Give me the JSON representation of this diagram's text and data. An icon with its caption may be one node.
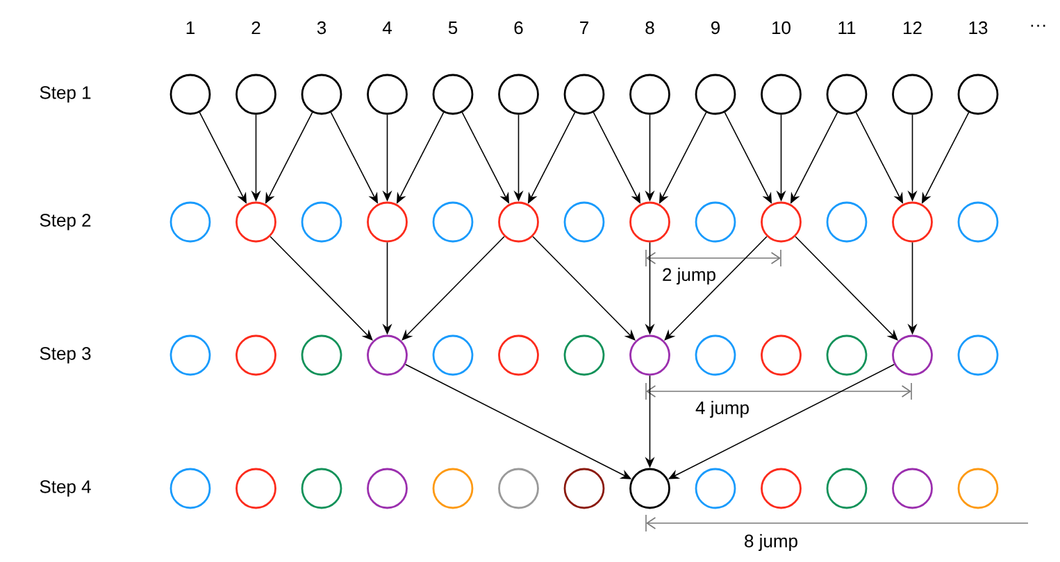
{
  "diagram": {
    "nodes": [
      {
        "text": [],
        "shape": "circle"
      },
      {
        "text": [],
        "shape": "circle"
      },
      {
        "text": [],
        "shape": "circle"
      },
      {
        "text": [],
        "shape": "circle"
      },
      {
        "text": [],
        "shape": "circle"
      },
      {
        "text": [],
        "shape": "circle"
      },
      {
        "text": [],
        "shape": "circle"
      },
      {
        "text": [],
        "shape": "circle"
      },
      {
        "text": [],
        "shape": "circle"
      },
      {
        "text": [],
        "shape": "circle"
      },
      {
        "text": [],
        "shape": "circle"
      },
      {
        "text": [],
        "shape": "circle"
      },
      {
        "text": [],
        "shape": "circle"
      },
      {
        "text": [],
        "shape": "circle"
      },
      {
        "text": [],
        "shape": "circle"
      },
      {
        "text": [],
        "shape": "circle"
      },
      {
        "text": [],
        "shape": "circle"
      },
      {
        "text": [],
        "shape": "circle"
      },
      {
        "text": [],
        "shape": "circle"
      },
      {
        "text": [],
        "shape": "circle"
      },
      {
        "text": [],
        "shape": "circle"
      },
      {
        "text": [],
        "shape": "circle"
      },
      {
        "text": [],
        "shape": "circle"
      },
      {
        "text": [],
        "shape": "circle"
      },
      {
        "text": [],
        "shape": "circle"
      },
      {
        "text": [],
        "shape": "circle"
      },
      {
        "text": [],
        "shape": "circle"
      },
      {
        "text": [],
        "shape": "circle"
      },
      {
        "text": [],
        "shape": "circle"
      },
      {
        "text": [],
        "shape": "circle"
      },
      {
        "text": [],
        "shape": "circle"
      },
      {
        "text": [],
        "shape": "circle"
      },
      {
        "text": [],
        "shape": "circle"
      },
      {
        "text": [],
        "shape": "circle"
      },
      {
        "text": [],
        "shape": "circle"
      },
      {
        "text": [],
        "shape": "circle"
      },
      {
        "text": [],
        "shape": "circle"
      },
      {
        "text": [],
        "shape": "circle"
      },
      {
        "text": [],
        "shape": "circle"
      },
      {
        "text": [],
        "shape": "circle"
      },
      {
        "text": [],
        "shape": "circle"
      },
      {
        "text": [],
        "shape": "circle"
      },
      {
        "text": [],
        "shape": "circle"
      },
      {
        "text": [],
        "shape": "circle"
      },
      {
        "text": [],
        "shape": "circle"
      },
      {
        "text": [],
        "shape": "circle"
      },
      {
        "text": [],
        "shape": "circle"
      },
      {
        "text": [],
        "shape": "circle"
      },
      {
        "text": [],
        "shape": "circle"
      },
      {
        "text": [],
        "shape": "circle"
      },
      {
        "text": [],
        "shape": "circle"
      },
      {
        "text": [],
        "shape": "circle"
      }
    ],
    "edges": [
      {
        "from": 0,
        "to": 14,
        "arrow": "to"
      },
      {
        "from": 1,
        "to": 14,
        "arrow": "to"
      },
      {
        "from": 2,
        "to": 14,
        "arrow": "to"
      },
      {
        "from": 2,
        "to": 16,
        "arrow": "to"
      },
      {
        "from": 3,
        "to": 16,
        "arrow": "to"
      },
      {
        "from": 4,
        "to": 16,
        "arrow": "to"
      },
      {
        "from": 4,
        "to": 18,
        "arrow": "to"
      },
      {
        "from": 5,
        "to": 18,
        "arrow": "to"
      },
      {
        "from": 6,
        "to": 18,
        "arrow": "to"
      },
      {
        "from": 6,
        "to": 20,
        "arrow": "to"
      },
      {
        "from": 7,
        "to": 20,
        "arrow": "to"
      },
      {
        "from": 8,
        "to": 20,
        "arrow": "to"
      },
      {
        "from": 8,
        "to": 22,
        "arrow": "to"
      },
      {
        "from": 9,
        "to": 22,
        "arrow": "to"
      },
      {
        "from": 10,
        "to": 22,
        "arrow": "to"
      },
      {
        "from": 10,
        "to": 24,
        "arrow": "to"
      },
      {
        "from": 11,
        "to": 24,
        "arrow": "to"
      },
      {
        "from": 12,
        "to": 24,
        "arrow": "to"
      },
      {
        "from": 14,
        "to": 29,
        "arrow": "to"
      },
      {
        "from": 16,
        "to": 29,
        "arrow": "to"
      },
      {
        "from": 18,
        "to": 29,
        "arrow": "to"
      },
      {
        "from": 18,
        "to": 33,
        "arrow": "to"
      },
      {
        "from": 20,
        "to": 33,
        "arrow": "to"
      },
      {
        "from": 22,
        "to": 33,
        "arrow": "to"
      },
      {
        "from": 22,
        "to": 37,
        "arrow": "to"
      },
      {
        "from": 24,
        "to": 37,
        "arrow": "to"
      },
      {
        "from": 29,
        "to": 46,
        "arrow": "to"
      },
      {
        "from": 33,
        "to": 46,
        "arrow": "to"
      },
      {
        "from": 37,
        "to": 46,
        "arrow": "to"
      }
    ],
    "labels": [
      "1",
      "2",
      "3",
      "4",
      "5",
      "6",
      "7",
      "8",
      "9",
      "10",
      "11",
      "12",
      "13",
      "···",
      "Step 1",
      "Step 2",
      "2 jump",
      "Step 3",
      "4 jump",
      "Step 4",
      "8 jump"
    ]
  }
}
